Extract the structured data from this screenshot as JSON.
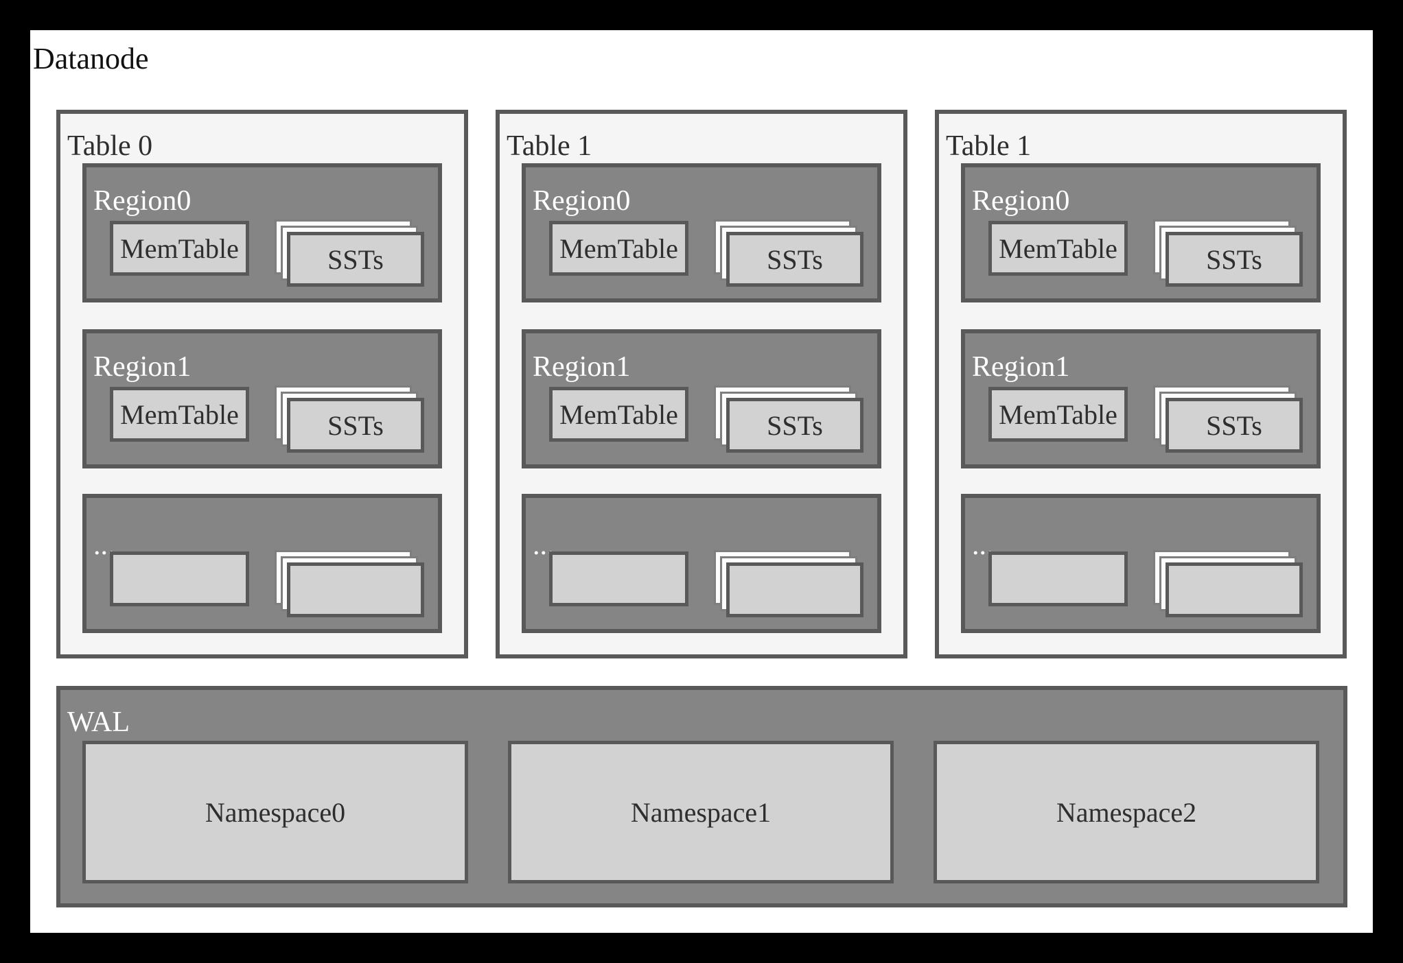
{
  "diagram": {
    "title": "Datanode",
    "tables": [
      {
        "label": "Table 0",
        "regions": [
          {
            "label": "Region0",
            "memtable_label": "MemTable",
            "ssts_label": "SSTs"
          },
          {
            "label": "Region1",
            "memtable_label": "MemTable",
            "ssts_label": "SSTs"
          },
          {
            "label": "...",
            "memtable_label": "",
            "ssts_label": ""
          }
        ]
      },
      {
        "label": "Table 1",
        "regions": [
          {
            "label": "Region0",
            "memtable_label": "MemTable",
            "ssts_label": "SSTs"
          },
          {
            "label": "Region1",
            "memtable_label": "MemTable",
            "ssts_label": "SSTs"
          },
          {
            "label": "...",
            "memtable_label": "",
            "ssts_label": ""
          }
        ]
      },
      {
        "label": "Table 1",
        "regions": [
          {
            "label": "Region0",
            "memtable_label": "MemTable",
            "ssts_label": "SSTs"
          },
          {
            "label": "Region1",
            "memtable_label": "MemTable",
            "ssts_label": "SSTs"
          },
          {
            "label": "...",
            "memtable_label": "",
            "ssts_label": ""
          }
        ]
      }
    ],
    "wal": {
      "label": "WAL",
      "namespaces": [
        {
          "label": "Namespace0"
        },
        {
          "label": "Namespace1"
        },
        {
          "label": "Namespace2"
        }
      ]
    },
    "colors": {
      "frame": "#000000",
      "canvas": "#ffffff",
      "table_fill": "#f5f5f5",
      "region_fill": "#858585",
      "light_box_fill": "#d2d2d2",
      "border_dark": "#595959",
      "back_card_fill": "#fcfcfc",
      "back_card_border": "#7e7e7e",
      "text_dark": "#2e2e2e",
      "text_light": "#ffffff"
    }
  }
}
